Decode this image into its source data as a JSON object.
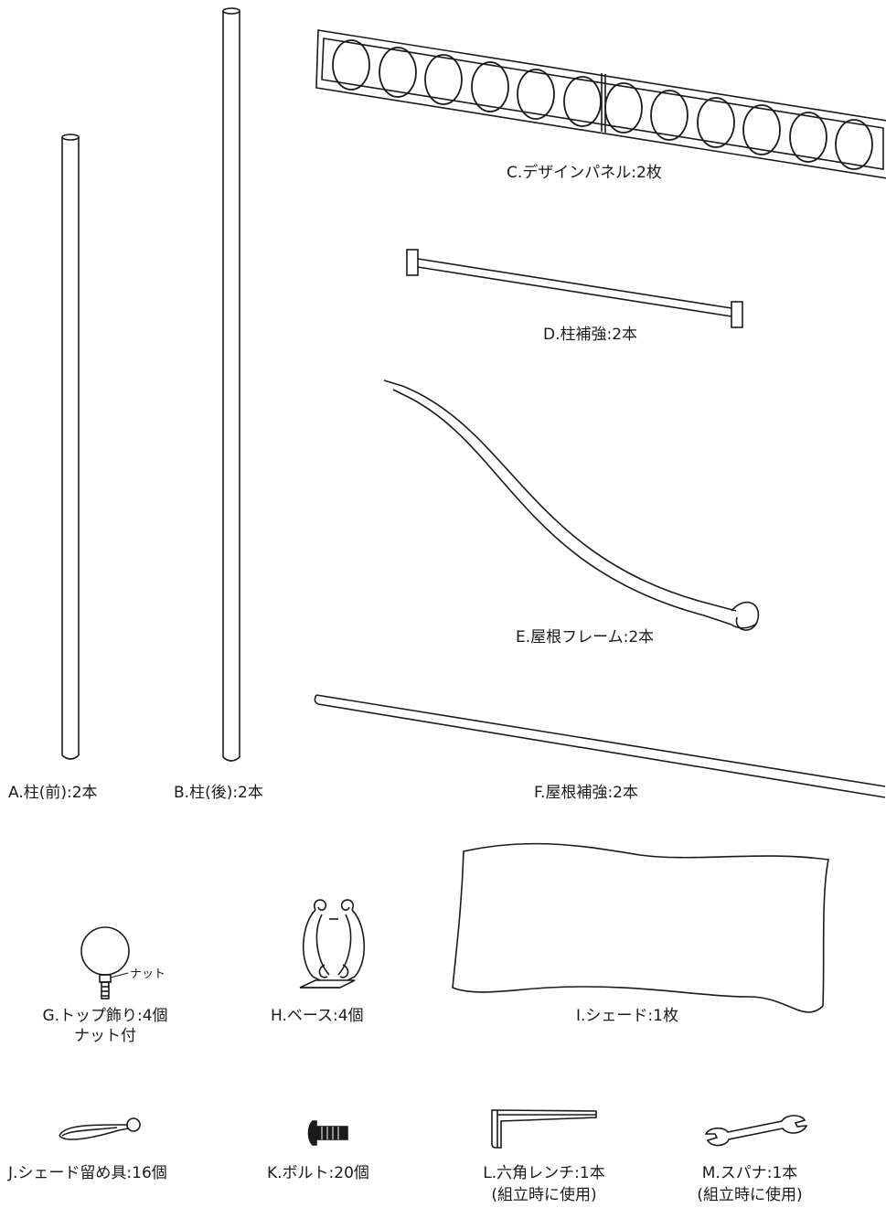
{
  "parts": {
    "a": "A.柱(前):2本",
    "b": "B.柱(後):2本",
    "c": "C.デザインパネル:2枚",
    "d": "D.柱補強:2本",
    "e": "E.屋根フレーム:2本",
    "f": "F.屋根補強:2本",
    "g": "G.トップ飾り:4個",
    "g_note": "ナット付",
    "g_nut": "ナット",
    "h": "H.ベース:4個",
    "i": "I.シェード:1枚",
    "j": "J.シェード留め具:16個",
    "k": "K.ボルト:20個",
    "l": "L.六角レンチ:1本",
    "l_note": "(組立時に使用)",
    "m": "M.スパナ:1本",
    "m_note": "(組立時に使用)"
  },
  "colors": {
    "line": "#1a1a1a",
    "paper": "#ffffff"
  }
}
